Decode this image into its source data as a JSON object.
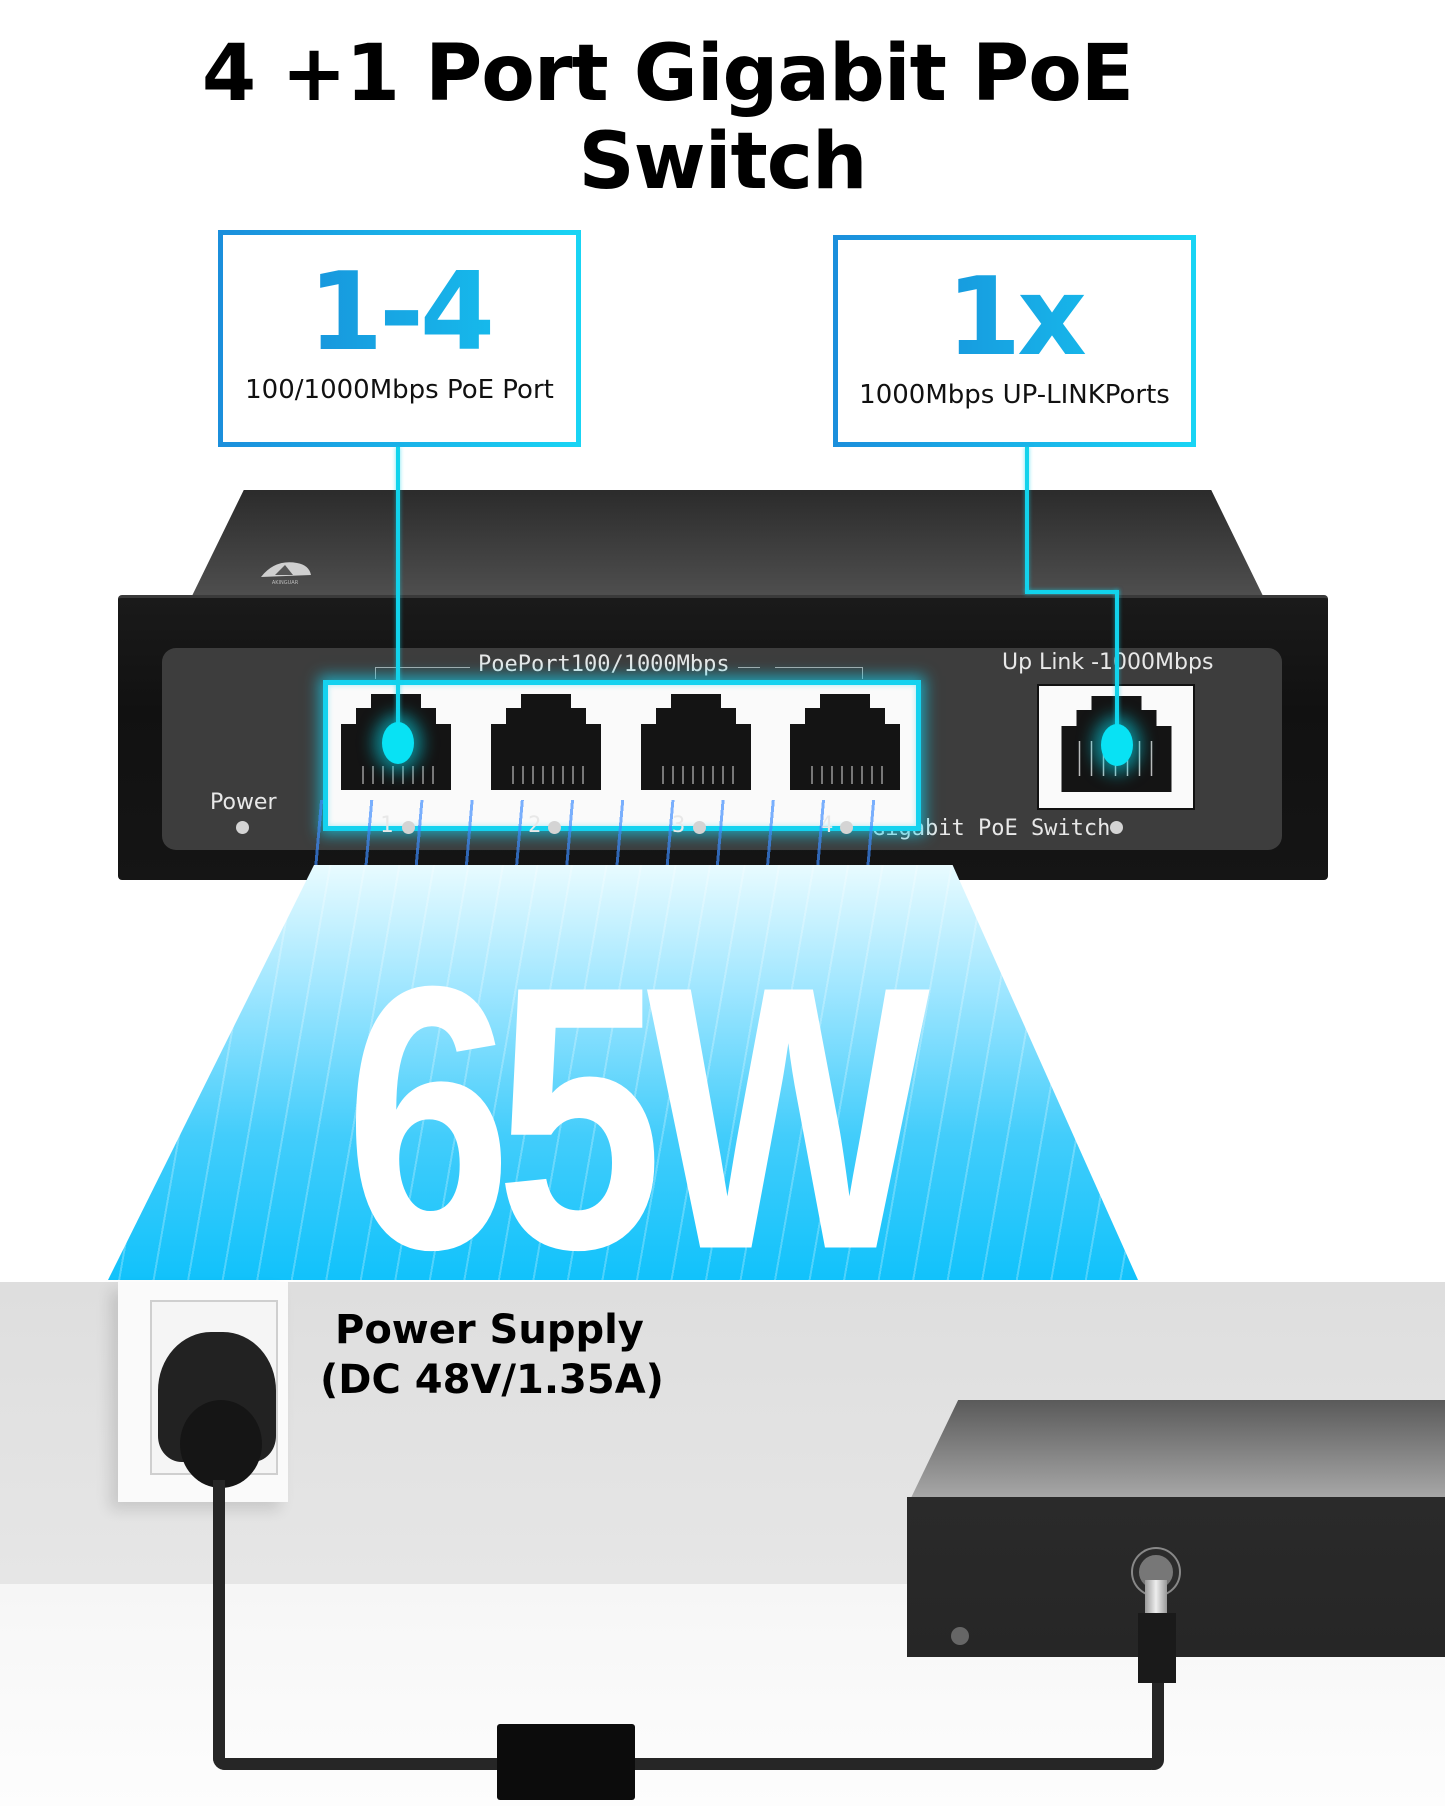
{
  "title": {
    "line1": "4 +1 Port Gigabit PoE",
    "line2": "Switch"
  },
  "callouts": [
    {
      "big": "1-4",
      "sub": "100/1000Mbps PoE Port"
    },
    {
      "big": "1x",
      "sub": "1000Mbps UP-LINKPorts"
    }
  ],
  "switch_front": {
    "poe_group_label": "PoePort100/1000Mbps",
    "uplink_label": "Up Link -1000Mbps",
    "power_label": "Power",
    "model_label": "Gigabit PoE Switch",
    "port_numbers": [
      "1",
      "2",
      "3",
      "4"
    ],
    "brand": "AKINGUAR"
  },
  "power_budget": "65W",
  "power_supply": {
    "title": "Power Supply",
    "spec": "(DC 48V/1.35A)"
  },
  "colors": {
    "accent_cyan": "#14d2ef",
    "accent_blue": "#1b8fdc",
    "switch_body": "#1a1a1a",
    "panel": "#3d3d3d"
  }
}
